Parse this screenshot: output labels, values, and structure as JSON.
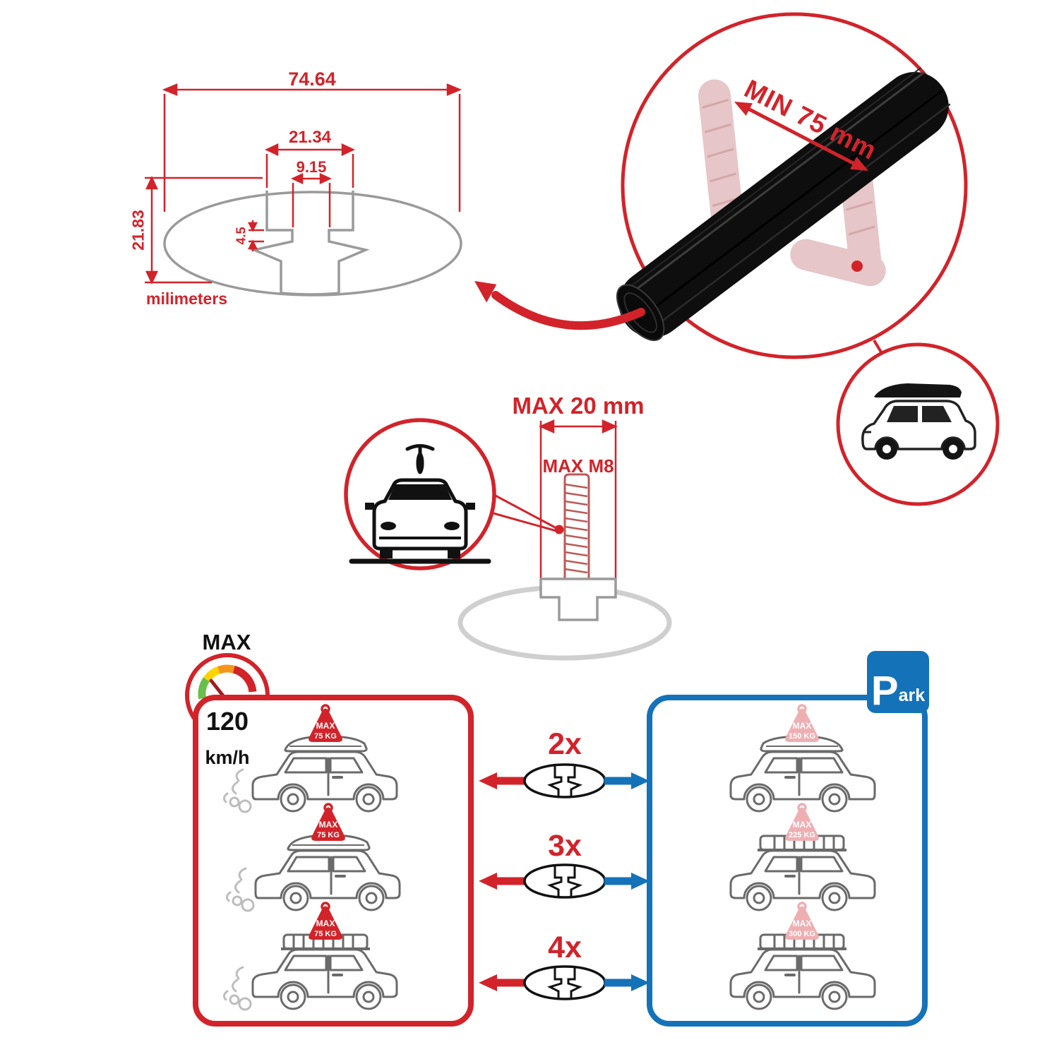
{
  "colors": {
    "red": "#d2232a",
    "blue": "#1472b8",
    "pale_red": "#eeafb3",
    "line_gray": "#6a6a6a"
  },
  "dimension_diagram": {
    "total_width": "74.64",
    "channel_width": "21.34",
    "slot_width": "9.15",
    "lip_height": "4.5",
    "total_height": "21.83",
    "unit_label": "milimeters"
  },
  "crossbar_view": {
    "min_label": "MIN 75 mm"
  },
  "bolt_diagram": {
    "max_width_label": "MAX 20 mm",
    "max_thread_label": "MAX M8"
  },
  "speed_limit": {
    "label": "MAX",
    "value": "120",
    "unit": "km/h"
  },
  "compat_rows": [
    {
      "qty": "2x"
    },
    {
      "qty": "3x"
    },
    {
      "qty": "4x"
    }
  ],
  "driving_panel": {
    "cars": [
      {
        "tag_title": "MAX",
        "tag_weight": "75 KG"
      },
      {
        "tag_title": "MAX",
        "tag_weight": "75 KG"
      },
      {
        "tag_title": "MAX",
        "tag_weight": "75 KG"
      }
    ]
  },
  "parking_panel": {
    "sign_letter": "P",
    "sign_suffix": "ark",
    "cars": [
      {
        "tag_title": "MAX",
        "tag_weight": "150 KG"
      },
      {
        "tag_title": "MAX",
        "tag_weight": "225 KG"
      },
      {
        "tag_title": "MAX",
        "tag_weight": "300 KG"
      }
    ]
  }
}
